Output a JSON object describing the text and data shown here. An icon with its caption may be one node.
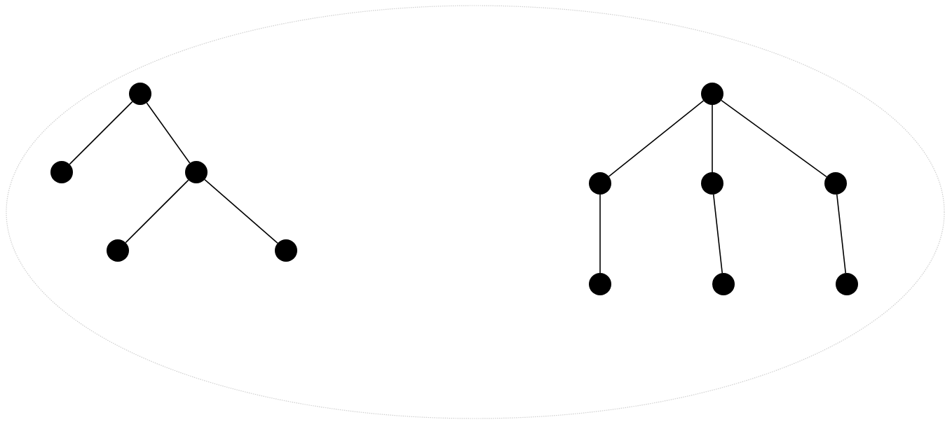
{
  "diagram": {
    "nodes": [
      {
        "text": [],
        "shape": "ellipse"
      },
      {
        "text": [],
        "shape": "circle",
        "in": 0
      },
      {
        "text": [],
        "shape": "circle",
        "in": 0
      },
      {
        "text": [],
        "shape": "circle",
        "in": 0
      },
      {
        "text": [],
        "shape": "circle",
        "in": 0
      },
      {
        "text": [],
        "shape": "circle",
        "in": 0
      },
      {
        "text": [],
        "shape": "circle",
        "in": 0
      },
      {
        "text": [],
        "shape": "circle",
        "in": 0
      },
      {
        "text": [],
        "shape": "circle",
        "in": 0
      },
      {
        "text": [],
        "shape": "circle",
        "in": 0
      },
      {
        "text": [],
        "shape": "circle",
        "in": 0
      },
      {
        "text": [],
        "shape": "circle",
        "in": 0
      },
      {
        "text": [],
        "shape": "circle",
        "in": 0
      }
    ],
    "edges": [
      {
        "from": 1,
        "to": 2,
        "arrow": "none"
      },
      {
        "from": 1,
        "to": 3,
        "arrow": "none"
      },
      {
        "from": 3,
        "to": 4,
        "arrow": "none"
      },
      {
        "from": 3,
        "to": 5,
        "arrow": "none"
      },
      {
        "from": 6,
        "to": 7,
        "arrow": "none"
      },
      {
        "from": 6,
        "to": 8,
        "arrow": "none"
      },
      {
        "from": 6,
        "to": 9,
        "arrow": "none"
      },
      {
        "from": 7,
        "to": 10,
        "arrow": "none"
      },
      {
        "from": 8,
        "to": 11,
        "arrow": "none"
      },
      {
        "from": 9,
        "to": 12,
        "arrow": "none"
      }
    ]
  }
}
